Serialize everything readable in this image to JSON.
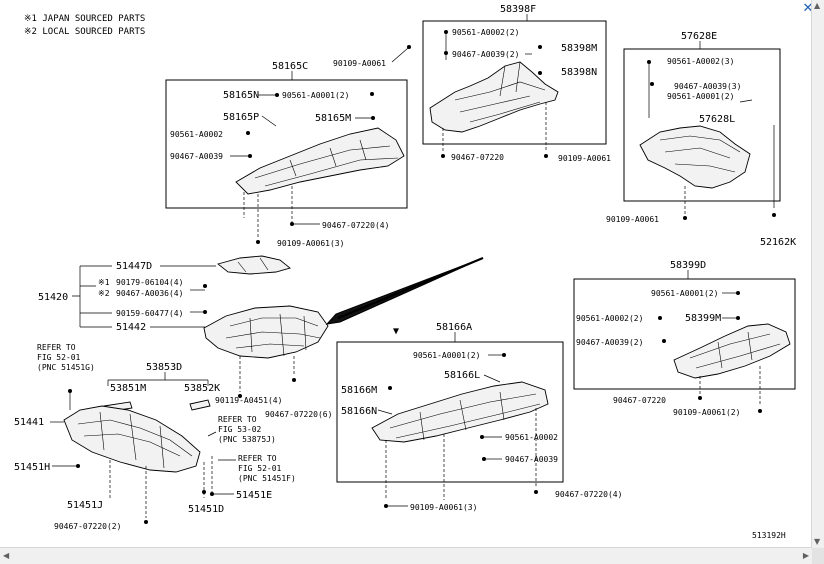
{
  "legend": {
    "line1": "※1  JAPAN SOURCED PARTS",
    "line2": "※2  LOCAL SOURCED PARTS"
  },
  "diagram_id": "513192H",
  "close_symbol": "✕",
  "groups": {
    "g58398F": {
      "title": "58398F",
      "items": [
        "90561-A0002(2)",
        "90467-A0039(2)",
        "58398M",
        "58398N",
        "90467-07220",
        "90109-A0061"
      ]
    },
    "g57628E": {
      "title": "57628E",
      "items": [
        "90561-A0002(3)",
        "90467-A0039(3)",
        "90561-A0001(2)",
        "57628L",
        "90109-A0061",
        "52162K"
      ]
    },
    "g58165C": {
      "title": "58165C",
      "items": [
        "90109-A0061",
        "58165N",
        "90561-A0001(2)",
        "58165P",
        "58165M",
        "90561-A0002",
        "90467-A0039",
        "90467-07220(4)",
        "90109-A0061(3)"
      ]
    },
    "g51420": {
      "title": "51420",
      "items": [
        "51447D",
        "90179-06104(4)",
        "90467-A0036(4)",
        "90159-60477(4)",
        "51442",
        "90119-A0451(4)",
        "90467-07220(6)"
      ],
      "mark1": "※1",
      "mark2": "※2"
    },
    "g58399D": {
      "title": "58399D",
      "items": [
        "90561-A0001(2)",
        "90561-A0002(2)",
        "58399M",
        "90467-A0039(2)",
        "90467-07220",
        "90109-A0061(2)"
      ]
    },
    "g58166A": {
      "title": "58166A",
      "items": [
        "90561-A0001(2)",
        "58166L",
        "58166M",
        "58166N",
        "90561-A0002",
        "90467-A0039",
        "90467-07220(4)",
        "90109-A0061(3)"
      ]
    },
    "g53853D": {
      "title": "53853D",
      "items": [
        "53851M",
        "53852K"
      ]
    },
    "g51441": {
      "items": [
        "51441",
        "51451H",
        "51451J",
        "90467-07220(2)",
        "51451D",
        "51451E"
      ]
    },
    "refs": {
      "ref1": [
        "REFER TO",
        "FIG 52-01",
        "(PNC 51451G)"
      ],
      "ref2": [
        "REFER TO",
        "FIG 53-02",
        "(PNC 53875J)"
      ],
      "ref3": [
        "REFER TO",
        "FIG 52-01",
        "(PNC 51451F)"
      ]
    }
  }
}
